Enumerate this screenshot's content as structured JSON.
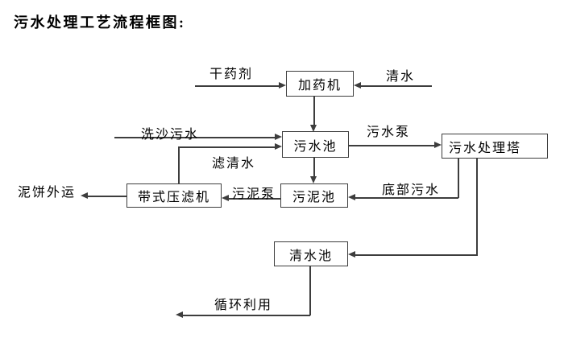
{
  "title": "污水处理工艺流程框图:",
  "nodes": {
    "dosing_machine": {
      "label": "加药机"
    },
    "sewage_pool": {
      "label": "污水池"
    },
    "treatment_tower": {
      "label": "污水处理塔"
    },
    "sludge_pool": {
      "label": "污泥池"
    },
    "belt_filter_press": {
      "label": "带式压滤机"
    },
    "clean_water_pool": {
      "label": "清水池"
    }
  },
  "labels": {
    "dry_chemical": "干药剂",
    "clean_water_in": "清水",
    "sand_wash_sewage": "洗沙污水",
    "filtered_water": "滤清水",
    "sewage_pump": "污水泵",
    "bottom_sewage": "底部污水",
    "sludge_pump": "污泥泵",
    "mud_cake_out": "泥饼外运",
    "recycle_use": "循环利用"
  },
  "edges": [
    {
      "from": "external",
      "to": "dosing_machine",
      "label": "干药剂"
    },
    {
      "from": "external",
      "to": "dosing_machine",
      "label": "清水"
    },
    {
      "from": "dosing_machine",
      "to": "sewage_pool",
      "label": ""
    },
    {
      "from": "external",
      "to": "sewage_pool",
      "label": "洗沙污水"
    },
    {
      "from": "belt_filter_press",
      "to": "sewage_pool",
      "label": "滤清水"
    },
    {
      "from": "sewage_pool",
      "to": "treatment_tower",
      "label": "污水泵"
    },
    {
      "from": "sewage_pool",
      "to": "sludge_pool",
      "label": ""
    },
    {
      "from": "treatment_tower",
      "to": "sludge_pool",
      "label": "底部污水"
    },
    {
      "from": "treatment_tower",
      "to": "clean_water_pool",
      "label": ""
    },
    {
      "from": "sludge_pool",
      "to": "belt_filter_press",
      "label": "污泥泵"
    },
    {
      "from": "belt_filter_press",
      "to": "external",
      "label": "泥饼外运"
    },
    {
      "from": "clean_water_pool",
      "to": "external",
      "label": "循环利用"
    }
  ],
  "colors": {
    "background": "#ffffff",
    "line": "#3d3d3d",
    "text": "#000000"
  }
}
